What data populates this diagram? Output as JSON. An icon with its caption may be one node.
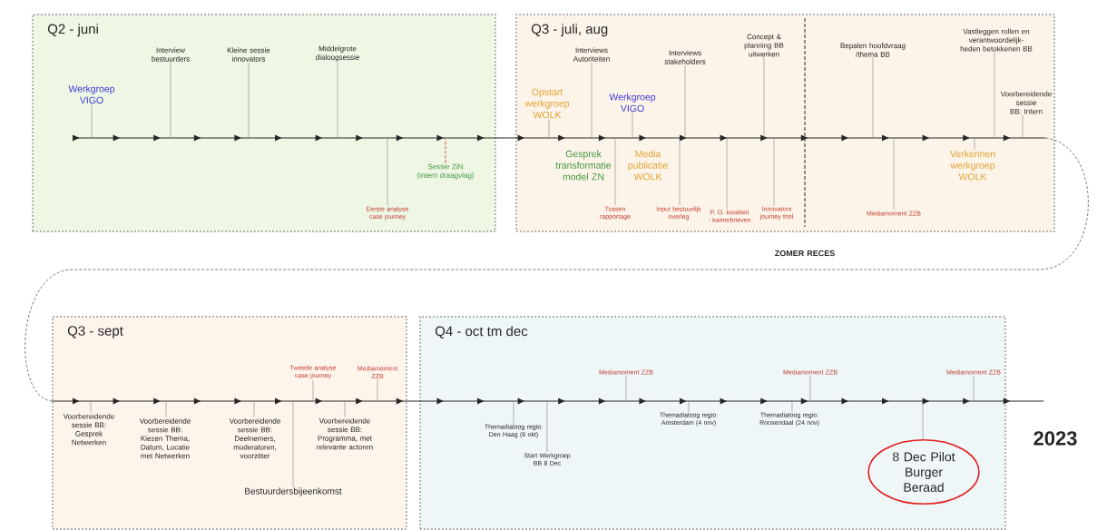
{
  "diagram": {
    "nodes": [
      {
        "text": [
          "Q2 - juni"
        ]
      },
      {
        "text": [
          "Werkgroep VIGO"
        ],
        "in": 0
      },
      {
        "text": [
          "Interview bestuurders"
        ],
        "in": 0
      },
      {
        "text": [
          "Kleine sessie innovators"
        ],
        "in": 0
      },
      {
        "text": [
          "Middelgrote dialoogsessie"
        ],
        "in": 0
      },
      {
        "text": [
          "Eerste analyse case journey"
        ],
        "in": 0
      },
      {
        "text": [
          "Sessie ZiN (intern draagvlag)"
        ],
        "in": 0
      },
      {
        "text": [
          "Q3 - juli, aug"
        ]
      },
      {
        "text": [
          "Opstart werkgroep WOLK"
        ],
        "in": 7
      },
      {
        "text": [
          "Interviews Autoriteiten"
        ],
        "in": 7
      },
      {
        "text": [
          "Gesprek transformatie model ZN"
        ],
        "in": 7
      },
      {
        "text": [
          "Werkgroep VIGO"
        ],
        "in": 7
      },
      {
        "text": [
          "Media publicatie WOLK"
        ],
        "in": 7
      },
      {
        "text": [
          "Tussen rapportage"
        ],
        "in": 7
      },
      {
        "text": [
          "Interviews stakeholders"
        ],
        "in": 7
      },
      {
        "text": [
          "Input bestuurlijk overleg"
        ],
        "in": 7
      },
      {
        "text": [
          "P. O. kwaliteit",
          "- kamerbrieven"
        ],
        "in": 7
      },
      {
        "text": [
          "Innovators journey tool"
        ],
        "in": 7
      },
      {
        "text": [
          "Concept & planning BB uitwerken"
        ],
        "in": 7
      },
      {
        "text": [
          "Bepalen hoofdvraag /thema BB"
        ],
        "in": 7
      },
      {
        "text": [
          "Mediamoment ZZB"
        ],
        "in": 7
      },
      {
        "text": [
          "Vastleggen rollen en verantwoordelijk-heden betokkenen BB"
        ],
        "in": 7
      },
      {
        "text": [
          "Voorbereidende sessie BB: Intern"
        ],
        "in": 7
      },
      {
        "text": [
          "Verkennen werkgroep WOLK"
        ],
        "in": 7
      },
      {
        "text": [
          "Q3 - sept"
        ]
      },
      {
        "text": [
          "Voorbereidende sessie BB: Gesprek Netwerken"
        ],
        "in": 24
      },
      {
        "text": [
          "Voorbereidende sessie BB: Kiezen Thema, Datum, Locatie met Netwerken"
        ],
        "in": 24
      },
      {
        "text": [
          "Voorbereidende sessie BB: Deelnemers, moderatoren, voorzitter"
        ],
        "in": 24
      },
      {
        "text": [
          "Bestuurdersbijeenkomst"
        ],
        "in": 24
      },
      {
        "text": [
          "Tweede analyse case journey"
        ],
        "in": 24
      },
      {
        "text": [
          "Voorbereidende sessie BB: Programma, met relevante actoren"
        ],
        "in": 24
      },
      {
        "text": [
          "Mediamoment ZZB"
        ],
        "in": 24
      },
      {
        "text": [
          "Q4 - oct tm dec"
        ]
      },
      {
        "text": [
          "Themadialoog regio: Den Haag (6 okt)"
        ],
        "in": 32
      },
      {
        "text": [
          "Start Werkgroep BB 8 Dec"
        ],
        "in": 32
      },
      {
        "text": [
          "Mediamoment ZZB"
        ],
        "in": 32
      },
      {
        "text": [
          "Themadialoog regio: Amsterdam (4 nov)"
        ],
        "in": 32
      },
      {
        "text": [
          "Themadialoog regio: Roosendaal (24 nov)"
        ],
        "in": 32
      },
      {
        "text": [
          "Mediamoment ZZB"
        ],
        "in": 32
      },
      {
        "text": [
          "8 Dec Pilot Burger Beraad"
        ],
        "in": 32
      },
      {
        "text": [
          "Mediamoment ZZB"
        ],
        "in": 32
      },
      {
        "text": [],
        "shape": "arrow"
      },
      {
        "text": [],
        "shape": "arrow"
      }
    ],
    "edges": [
      {
        "from": 1,
        "to": 41,
        "arrow": "none"
      },
      {
        "from": 2,
        "to": 41,
        "arrow": "none"
      },
      {
        "from": 3,
        "to": 41,
        "arrow": "none"
      },
      {
        "from": 4,
        "to": 41,
        "arrow": "none"
      },
      {
        "from": 5,
        "to": 41,
        "arrow": "none"
      },
      {
        "from": 6,
        "to": 41,
        "arrow": "none",
        "style": "dashed",
        "color": "#e03030"
      },
      {
        "from": 8,
        "to": 41,
        "arrow": "none"
      },
      {
        "from": 9,
        "to": 41,
        "arrow": "none"
      },
      {
        "from": 11,
        "to": 41,
        "arrow": "none"
      },
      {
        "from": 13,
        "to": 41,
        "arrow": "none"
      },
      {
        "from": 14,
        "to": 41,
        "arrow": "none"
      },
      {
        "from": 15,
        "to": 41,
        "arrow": "none"
      },
      {
        "from": 16,
        "to": 41,
        "arrow": "none"
      },
      {
        "from": 17,
        "to": 41,
        "arrow": "none"
      },
      {
        "from": 18,
        "to": 41,
        "arrow": "none"
      },
      {
        "from": 19,
        "to": 41,
        "arrow": "none"
      },
      {
        "from": 20,
        "to": 41,
        "arrow": "none"
      },
      {
        "from": 21,
        "to": 41,
        "arrow": "none"
      },
      {
        "from": 22,
        "to": 41,
        "arrow": "none"
      },
      {
        "from": 23,
        "to": 41,
        "arrow": "none"
      },
      {
        "from": 25,
        "to": 42,
        "arrow": "none"
      },
      {
        "from": 26,
        "to": 42,
        "arrow": "none"
      },
      {
        "from": 27,
        "to": 42,
        "arrow": "none"
      },
      {
        "from": 28,
        "to": 42,
        "arrow": "none"
      },
      {
        "from": 29,
        "to": 42,
        "arrow": "none"
      },
      {
        "from": 30,
        "to": 42,
        "arrow": "none"
      },
      {
        "from": 31,
        "to": 42,
        "arrow": "none"
      },
      {
        "from": 33,
        "to": 42,
        "arrow": "none"
      },
      {
        "from": 34,
        "to": 42,
        "arrow": "none"
      },
      {
        "from": 35,
        "to": 42,
        "arrow": "none"
      },
      {
        "from": 36,
        "to": 42,
        "arrow": "none"
      },
      {
        "from": 37,
        "to": 42,
        "arrow": "none"
      },
      {
        "from": 38,
        "to": 42,
        "arrow": "none"
      },
      {
        "from": 39,
        "to": 42,
        "arrow": "none"
      },
      {
        "from": 40,
        "to": 42,
        "arrow": "none"
      },
      {
        "from": 41,
        "to": 42,
        "arrow": "none",
        "style": "dashed"
      }
    ],
    "labels": [
      "ZOMER RECES",
      "2023"
    ]
  }
}
